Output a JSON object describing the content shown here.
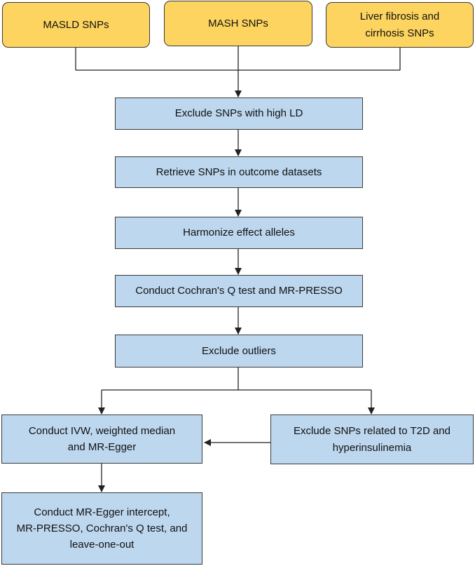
{
  "sources": [
    {
      "id": "masld",
      "label": "MASLD SNPs"
    },
    {
      "id": "mash",
      "label": "MASH SNPs"
    },
    {
      "id": "fibrosis",
      "label": "Liver fibrosis and\ncirrhosis SNPs"
    }
  ],
  "steps": {
    "exclude_ld": "Exclude SNPs with high LD",
    "retrieve": "Retrieve SNPs in outcome datasets",
    "harmonize": "Harmonize effect alleles",
    "cochran": "Conduct Cochran's Q test and MR-PRESSO",
    "exclude_outliers": "Exclude outliers",
    "ivw": "Conduct IVW, weighted median\nand MR-Egger",
    "exclude_t2d": "Exclude SNPs related to T2D and\nhyperinsulinemia",
    "sensitivity": "Conduct MR-Egger intercept,\nMR-PRESSO, Cochran's Q test, and\nleave-one-out"
  },
  "colors": {
    "source_fill": "#fdd45f",
    "step_fill": "#bdd7ee",
    "border": "#3a3a3a",
    "connector": "#222222"
  }
}
